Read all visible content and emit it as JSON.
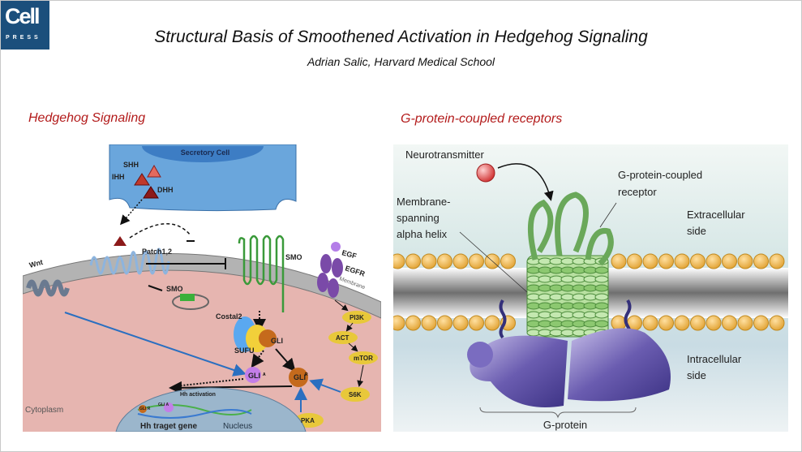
{
  "logo": {
    "text": "Cell",
    "subtext": "PRESS",
    "color": "#1b4f7c"
  },
  "header": {
    "title": "Structural Basis of Smoothened Activation in Hedgehog Signaling",
    "subtitle": "Adrian Salic, Harvard Medical School"
  },
  "colors": {
    "section_heading": "#b31b1b"
  },
  "left_panel": {
    "heading": "Hedgehog Signaling",
    "labels": {
      "secretory_cell": "Secretory Cell",
      "shh": "SHH",
      "ihh": "IHH",
      "dhh": "DHH",
      "patch": "Patch1,2",
      "smo": "SMO",
      "smo_vesicle": "SMO",
      "wnt": "Wnt",
      "egf": "EGF",
      "egfr": "EGFR",
      "membrane": "Membrane",
      "costal2": "Costal2",
      "sufu": "SUFU",
      "gli": "GLI",
      "gli_a": "GLI",
      "gli_a_sup": "A",
      "gli_r": "GLI",
      "gli_r_sup": "R",
      "pi3k": "PI3K",
      "act": "ACT",
      "mtor": "mTOR",
      "s6k": "S6K",
      "pka": "PKA",
      "hh_activation": "Hh activation",
      "cytoplasm": "Cytoplasm",
      "nucleus": "Nucleus",
      "target_gene": "Hh traget gene",
      "gene_gli_r": "GLI R",
      "gene_gli_a": "GLI A"
    }
  },
  "right_panel": {
    "heading": "G-protein-coupled receptors",
    "labels": {
      "neurotransmitter": "Neurotransmitter",
      "gpcr_line1": "G-protein-coupled",
      "gpcr_line2": "receptor",
      "helix_line1": "Membrane-",
      "helix_line2": "spanning",
      "helix_line3": "alpha helix",
      "extra_line1": "Extracellular",
      "extra_line2": "side",
      "intra_line1": "Intracellular",
      "intra_line2": "side",
      "gprotein": "G-protein"
    }
  }
}
